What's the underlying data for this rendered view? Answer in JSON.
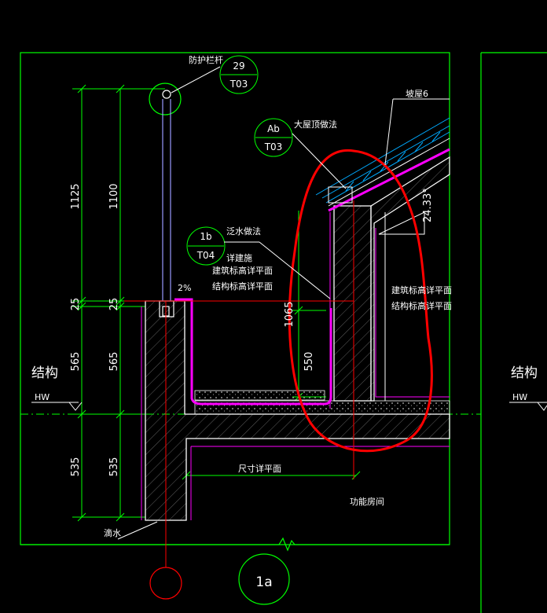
{
  "labels": {
    "railing": "防护栏杆",
    "large_roof": "大屋顶做法",
    "slope_roof": "坡屋6",
    "flashing": "泛水做法",
    "detail_pre": "详建施",
    "arch_plan_left": "建筑标高详平面",
    "struct_plan_left": "结构标高详平面",
    "arch_plan_right": "建筑标高详平面",
    "struct_plan_right": "结构标高详平面",
    "size_plan": "尺寸详平面",
    "room": "功能房间",
    "drip": "滴水",
    "structure_left": "结构",
    "hw_left": "HW",
    "structure_right": "结构",
    "hw_right": "HW",
    "slope": "2%",
    "angle": "24.33°"
  },
  "bubbles": {
    "b29": {
      "top": "29",
      "bottom": "T03"
    },
    "bab": {
      "top": "Ab",
      "bottom": "T03"
    },
    "b1b": {
      "top": "1b",
      "bottom": "T04"
    },
    "b1a": "1a"
  },
  "dimensions": {
    "outer": [
      "1125",
      "25",
      "565",
      "535"
    ],
    "inner": [
      "1100",
      "25",
      "565",
      "535"
    ],
    "gutter_depth": "550",
    "gutter_upper": "1065"
  },
  "colors": {
    "border": "#00ff00",
    "concrete": "#ffffff",
    "waterproof": "#ff00ff",
    "dimension": "#00ff00",
    "leader": "#ff0000",
    "markup": "#ff0000",
    "railing": "#9999ff"
  }
}
